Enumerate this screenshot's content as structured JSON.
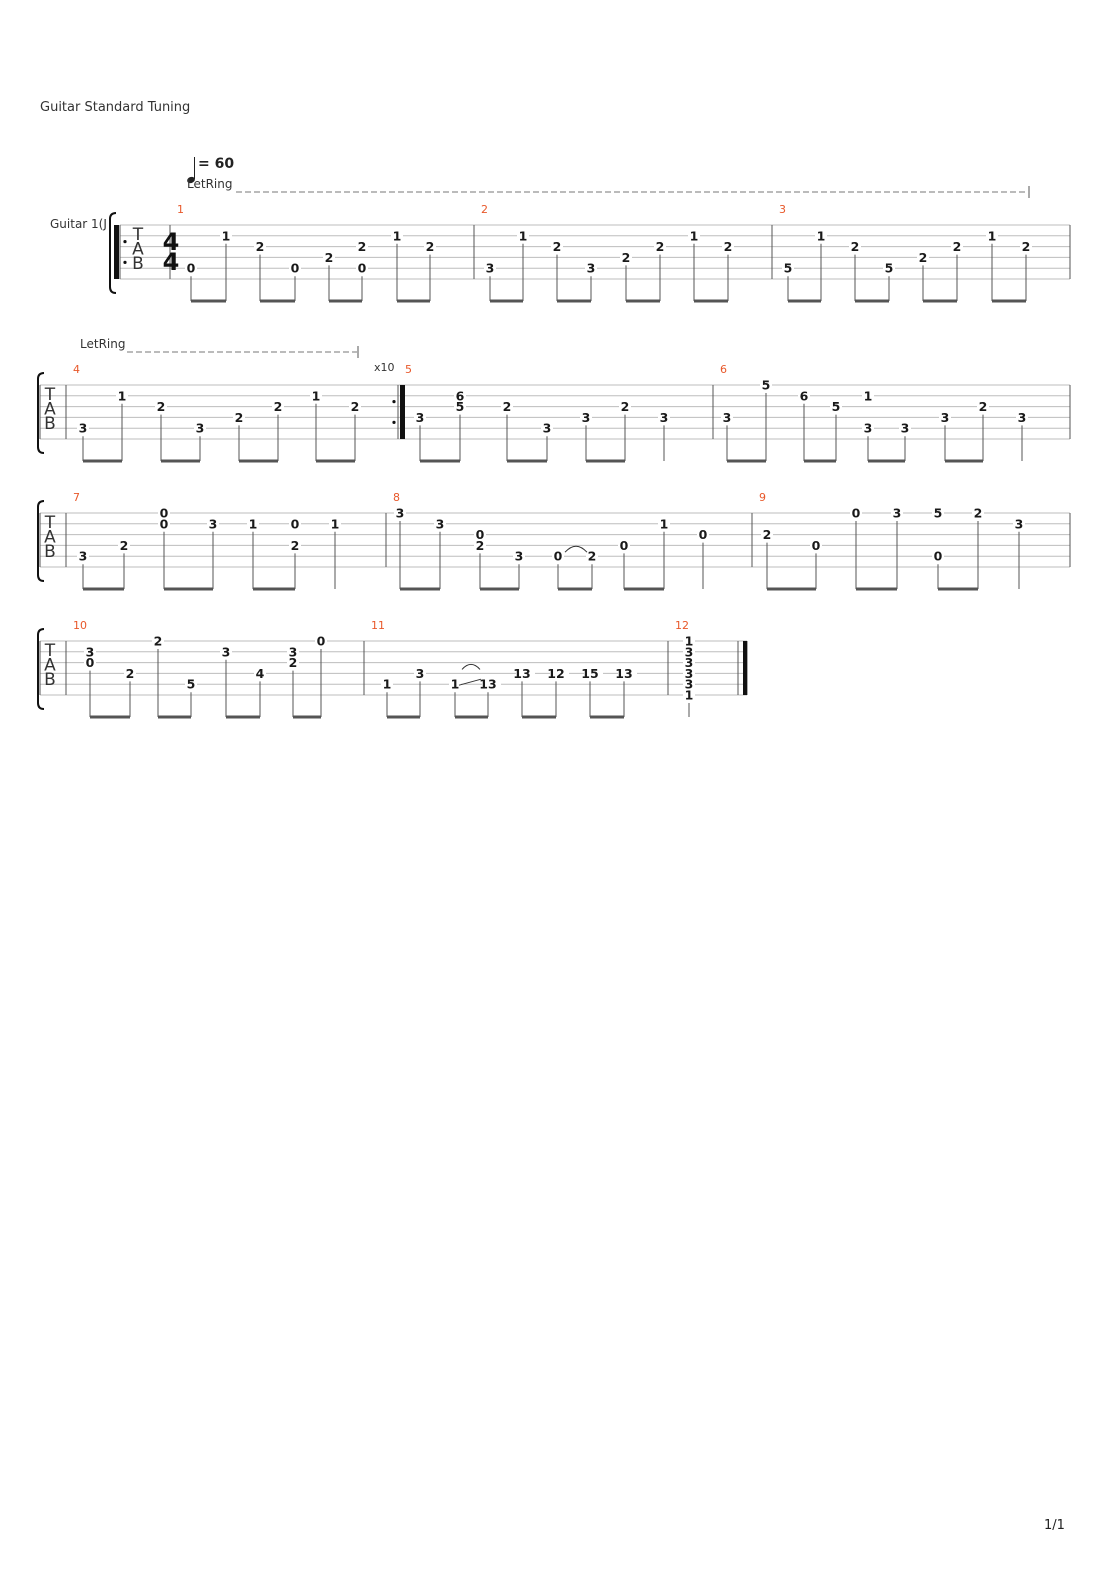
{
  "header": {
    "tuning": "Guitar Standard Tuning",
    "tempo": "= 60",
    "instrument": "Guitar 1(J",
    "let_ring": "LetRing",
    "repeat_count": "x10",
    "tab_letters": [
      "T",
      "A",
      "B"
    ],
    "time_signature": [
      "4",
      "4"
    ]
  },
  "page_number": "1/1",
  "systems": [
    {
      "measures": [
        {
          "number": "1",
          "notes": [
            [
              "0",
              5
            ],
            [
              "1",
              2
            ],
            [
              "2",
              3
            ],
            [
              "0",
              5
            ],
            [
              "2",
              4
            ],
            [
              "2",
              3
            ],
            [
              "0",
              5
            ],
            [
              "1",
              2
            ],
            [
              "2",
              3
            ]
          ]
        },
        {
          "number": "2",
          "notes": [
            [
              "3",
              5
            ],
            [
              "1",
              2
            ],
            [
              "2",
              3
            ],
            [
              "3",
              5
            ],
            [
              "2",
              4
            ],
            [
              "2",
              3
            ],
            [
              "1",
              2
            ],
            [
              "2",
              3
            ]
          ]
        },
        {
          "number": "3",
          "notes": [
            [
              "5",
              5
            ],
            [
              "1",
              2
            ],
            [
              "2",
              3
            ],
            [
              "5",
              5
            ],
            [
              "2",
              4
            ],
            [
              "2",
              3
            ],
            [
              "1",
              2
            ],
            [
              "2",
              3
            ]
          ]
        }
      ]
    },
    {
      "measures": [
        {
          "number": "4",
          "notes": [
            [
              "3",
              5
            ],
            [
              "1",
              2
            ],
            [
              "2",
              3
            ],
            [
              "3",
              5
            ],
            [
              "2",
              4
            ],
            [
              "2",
              3
            ],
            [
              "1",
              2
            ],
            [
              "2",
              3
            ]
          ]
        },
        {
          "number": "5",
          "notes": [
            [
              "3",
              4
            ],
            [
              "6",
              2
            ],
            [
              "5",
              3
            ],
            [
              "2",
              3
            ],
            [
              "3",
              5
            ],
            [
              "3",
              4
            ],
            [
              "2",
              3
            ],
            [
              "3",
              4
            ]
          ]
        },
        {
          "number": "6",
          "notes": [
            [
              "3",
              4
            ],
            [
              "5",
              1
            ],
            [
              "6",
              2
            ],
            [
              "5",
              3
            ],
            [
              "1",
              2
            ],
            [
              "3",
              5
            ],
            [
              "3",
              5
            ],
            [
              "3",
              4
            ],
            [
              "2",
              3
            ],
            [
              "3",
              4
            ]
          ]
        }
      ]
    },
    {
      "measures": [
        {
          "number": "7",
          "notes": [
            [
              "3",
              5
            ],
            [
              "2",
              4
            ],
            [
              "0",
              1
            ],
            [
              "0",
              2
            ],
            [
              "3",
              2
            ],
            [
              "1",
              2
            ],
            [
              "0",
              2
            ],
            [
              "2",
              4
            ],
            [
              "1",
              2
            ]
          ]
        },
        {
          "number": "8",
          "notes": [
            [
              "3",
              1
            ],
            [
              "3",
              2
            ],
            [
              "0",
              3
            ],
            [
              "2",
              4
            ],
            [
              "3",
              5
            ],
            [
              "0",
              5
            ],
            [
              "2",
              5
            ],
            [
              "0",
              4
            ],
            [
              "1",
              2
            ],
            [
              "0",
              3
            ]
          ]
        },
        {
          "number": "9",
          "notes": [
            [
              "2",
              3
            ],
            [
              "0",
              4
            ],
            [
              "0",
              1
            ],
            [
              "3",
              1
            ],
            [
              "0",
              5
            ],
            [
              "5",
              1
            ],
            [
              "2",
              1
            ],
            [
              "3",
              2
            ]
          ]
        }
      ]
    },
    {
      "measures": [
        {
          "number": "10",
          "notes": [
            [
              "3",
              2
            ],
            [
              "0",
              3
            ],
            [
              "2",
              4
            ],
            [
              "2",
              1
            ],
            [
              "5",
              5
            ],
            [
              "3",
              2
            ],
            [
              "4",
              4
            ],
            [
              "3",
              2
            ],
            [
              "2",
              3
            ],
            [
              "0",
              1
            ]
          ]
        },
        {
          "number": "11",
          "notes": [
            [
              "1",
              5
            ],
            [
              "3",
              4
            ],
            [
              "1",
              5
            ],
            [
              "13",
              5
            ],
            [
              "13",
              4
            ],
            [
              "12",
              4
            ],
            [
              "15",
              4
            ],
            [
              "13",
              4
            ]
          ]
        },
        {
          "number": "12",
          "notes": [
            [
              "1",
              1
            ],
            [
              "3",
              2
            ],
            [
              "3",
              3
            ],
            [
              "3",
              4
            ],
            [
              "3",
              5
            ],
            [
              "1",
              6
            ]
          ]
        }
      ]
    }
  ]
}
